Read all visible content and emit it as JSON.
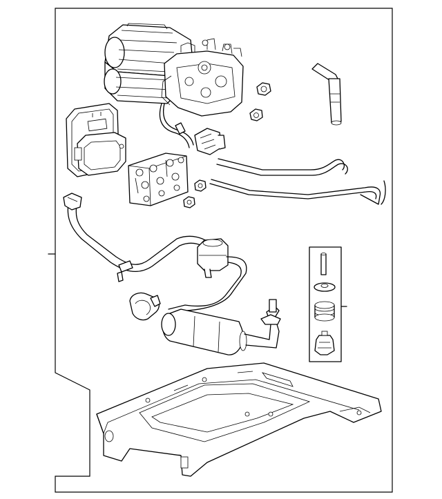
{
  "diagram": {
    "style": "exploded parts line drawing",
    "stroke_color": "#000000",
    "background_color": "#ffffff",
    "parts": [
      {
        "id": "air-compressor",
        "icon": "compressor-icon"
      },
      {
        "id": "compressor-nut-upper",
        "icon": "nut-icon"
      },
      {
        "id": "compressor-nut-lower",
        "icon": "nut-icon"
      },
      {
        "id": "electrical-connector",
        "icon": "connector-icon"
      },
      {
        "id": "filter-housing",
        "icon": "housing-icon"
      },
      {
        "id": "valve-block",
        "icon": "valve-block-icon"
      },
      {
        "id": "valve-block-nut-upper",
        "icon": "nut-icon"
      },
      {
        "id": "valve-block-nut-lower",
        "icon": "nut-icon"
      },
      {
        "id": "elbow-fitting",
        "icon": "elbow-fitting-icon"
      },
      {
        "id": "air-line-upper",
        "icon": "tube-icon"
      },
      {
        "id": "air-line-lower",
        "icon": "tube-icon"
      },
      {
        "id": "intake-hose",
        "icon": "hose-icon"
      },
      {
        "id": "hose-clamp",
        "icon": "clamp-icon"
      },
      {
        "id": "muffler",
        "icon": "muffler-icon"
      },
      {
        "id": "mounting-bracket",
        "icon": "bracket-icon"
      },
      {
        "id": "kit-pin",
        "icon": "pin-icon"
      },
      {
        "id": "kit-washer",
        "icon": "washer-icon"
      },
      {
        "id": "kit-spring",
        "icon": "spring-icon"
      },
      {
        "id": "kit-cap",
        "icon": "cap-icon"
      }
    ]
  }
}
